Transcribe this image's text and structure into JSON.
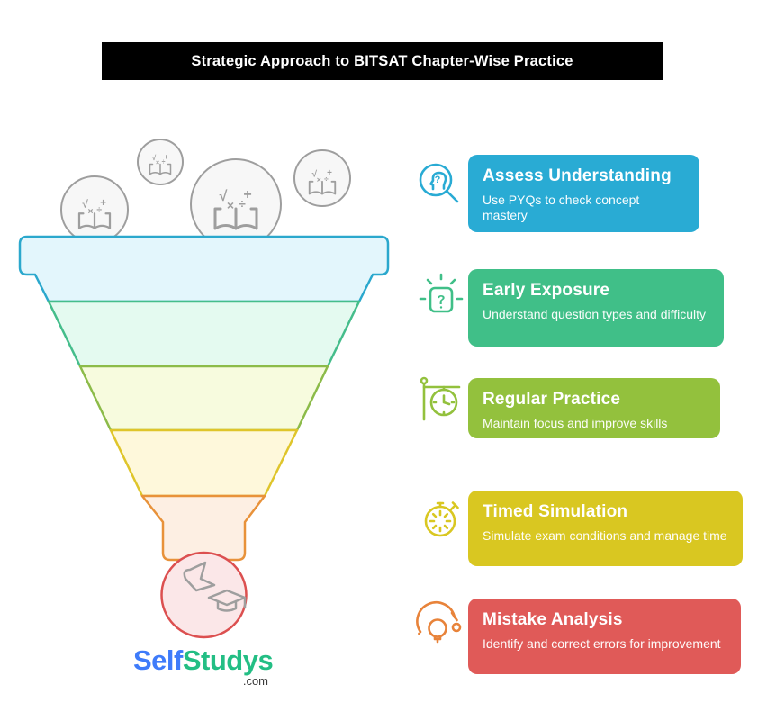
{
  "header": {
    "title": "Strategic Approach to BITSAT Chapter-Wise Practice",
    "bg": "#000000",
    "text_color": "#ffffff"
  },
  "steps": [
    {
      "icon": "magnifier-head-icon",
      "color": "#29ABD4",
      "title": "Assess Understanding",
      "description": "Use PYQs to check concept mastery"
    },
    {
      "icon": "question-card-icon",
      "color": "#40BF88",
      "title": "Early Exposure",
      "description": "Understand question types and difficulty"
    },
    {
      "icon": "hanging-clock-icon",
      "color": "#93C13D",
      "title": "Regular Practice",
      "description": "Maintain focus and improve skills"
    },
    {
      "icon": "stopwatch-icon",
      "color": "#D9C721",
      "title": "Timed Simulation",
      "description": "Simulate exam conditions and manage time"
    },
    {
      "icon": "bulb-discovery-icon",
      "color": "#E05A58",
      "title": "Mistake Analysis",
      "description": "Identify and correct errors for improvement"
    }
  ],
  "funnel": {
    "top_bubble_icon": "math-book-icon",
    "bottom_icon": "flag-graduation-cap-icon",
    "stages": [
      {
        "fill": "#E3F6FC",
        "stroke": "#2BA8CD"
      },
      {
        "fill": "#E4FAF0",
        "stroke": "#45BD8B"
      },
      {
        "fill": "#F7FBDE",
        "stroke": "#8CBB49"
      },
      {
        "fill": "#FEF8DB",
        "stroke": "#DFC52B"
      },
      {
        "fill": "#FDEFE3",
        "stroke": "#E8923A"
      },
      {
        "fill": "#FBE7E8",
        "stroke": "#DC5050"
      }
    ]
  },
  "logo": {
    "part1": "Self",
    "part2": "Studys",
    "suffix": ".com",
    "part1_color": "#3E7BFA",
    "part2_color": "#23BE84"
  }
}
